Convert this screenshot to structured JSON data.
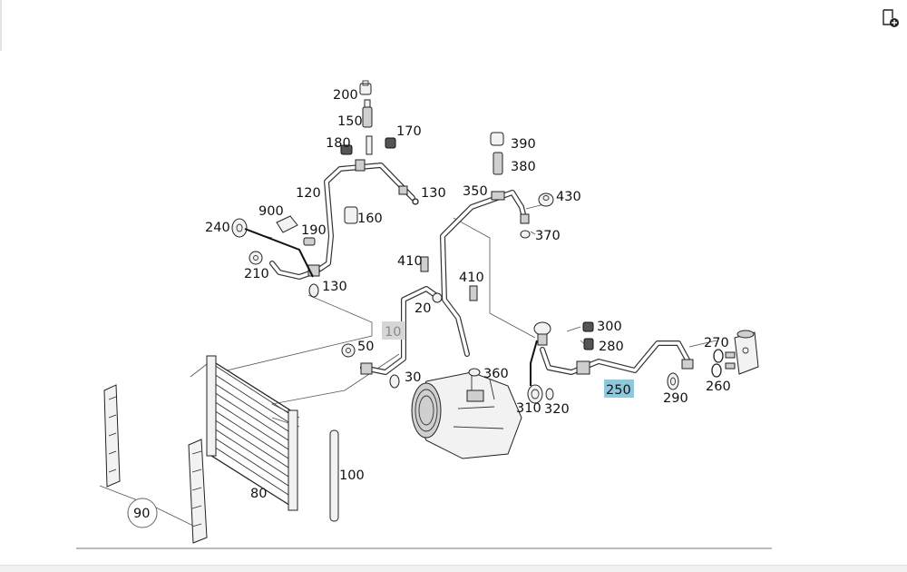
{
  "colors": {
    "highlight_selected": "#8fc8dc",
    "highlight_inactive": "#d6d6d6"
  },
  "toolbar": {
    "add_icon": "document-add-icon"
  },
  "callouts": [
    {
      "id": "c200",
      "label": "200",
      "state": "normal"
    },
    {
      "id": "c150",
      "label": "150",
      "state": "normal"
    },
    {
      "id": "c180",
      "label": "180",
      "state": "normal"
    },
    {
      "id": "c170",
      "label": "170",
      "state": "normal"
    },
    {
      "id": "c120",
      "label": "120",
      "state": "normal"
    },
    {
      "id": "c130a",
      "label": "130",
      "state": "normal"
    },
    {
      "id": "c900",
      "label": "900",
      "state": "normal"
    },
    {
      "id": "c160",
      "label": "160",
      "state": "normal"
    },
    {
      "id": "c240",
      "label": "240",
      "state": "normal"
    },
    {
      "id": "c190",
      "label": "190",
      "state": "normal"
    },
    {
      "id": "c210",
      "label": "210",
      "state": "normal"
    },
    {
      "id": "c130b",
      "label": "130",
      "state": "normal"
    },
    {
      "id": "c390",
      "label": "390",
      "state": "normal"
    },
    {
      "id": "c380",
      "label": "380",
      "state": "normal"
    },
    {
      "id": "c350",
      "label": "350",
      "state": "normal"
    },
    {
      "id": "c430",
      "label": "430",
      "state": "normal"
    },
    {
      "id": "c370",
      "label": "370",
      "state": "normal"
    },
    {
      "id": "c410a",
      "label": "410",
      "state": "normal"
    },
    {
      "id": "c410b",
      "label": "410",
      "state": "normal"
    },
    {
      "id": "c20",
      "label": "20",
      "state": "normal"
    },
    {
      "id": "c10",
      "label": "10",
      "state": "inactive"
    },
    {
      "id": "c50",
      "label": "50",
      "state": "normal"
    },
    {
      "id": "c30",
      "label": "30",
      "state": "normal"
    },
    {
      "id": "c360",
      "label": "360",
      "state": "normal"
    },
    {
      "id": "c300",
      "label": "300",
      "state": "normal"
    },
    {
      "id": "c280",
      "label": "280",
      "state": "normal"
    },
    {
      "id": "c270",
      "label": "270",
      "state": "normal"
    },
    {
      "id": "c250",
      "label": "250",
      "state": "selected"
    },
    {
      "id": "c290",
      "label": "290",
      "state": "normal"
    },
    {
      "id": "c260",
      "label": "260",
      "state": "normal"
    },
    {
      "id": "c310",
      "label": "310",
      "state": "normal"
    },
    {
      "id": "c320",
      "label": "320",
      "state": "normal"
    },
    {
      "id": "c100",
      "label": "100",
      "state": "normal"
    },
    {
      "id": "c80",
      "label": "80",
      "state": "normal"
    },
    {
      "id": "c90",
      "label": "90",
      "state": "circled"
    }
  ]
}
